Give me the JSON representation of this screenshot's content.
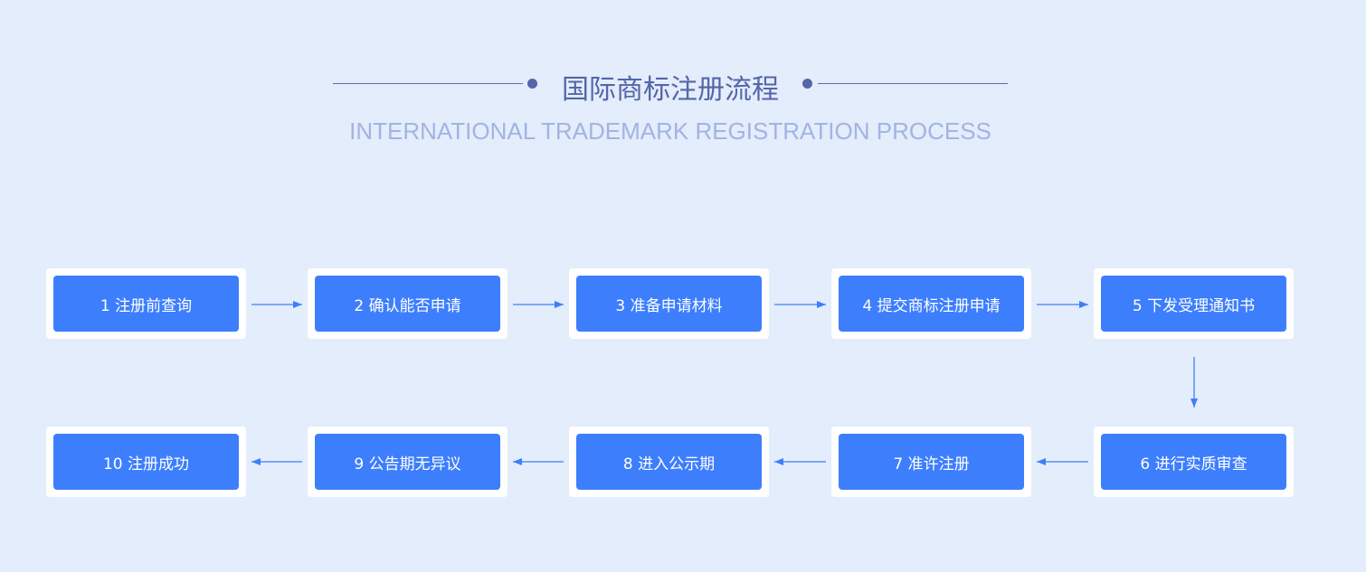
{
  "header": {
    "title": "国际商标注册流程",
    "subtitle": "INTERNATIONAL TRADEMARK REGISTRATION PROCESS"
  },
  "steps": [
    "1 注册前查询",
    "2 确认能否申请",
    "3 准备申请材料",
    "4 提交商标注册申请",
    "5 下发受理通知书",
    "6 进行实质审查",
    "7 准许注册",
    "8 进入公示期",
    "9 公告期无异议",
    "10 注册成功"
  ],
  "colors": {
    "background": "#e3edfb",
    "box": "#3d7efd",
    "arrow": "#3d7efd"
  }
}
